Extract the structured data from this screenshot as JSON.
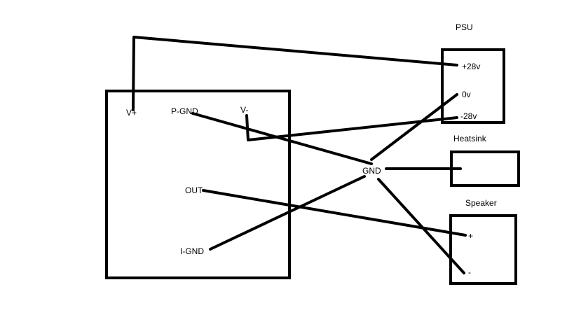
{
  "colors": {
    "ink": "#000000",
    "background": "#ffffff"
  },
  "amplifier": {
    "v_plus": "V+",
    "p_gnd": "P-GND",
    "v_minus": "V-",
    "out": "OUT",
    "i_gnd": "I-GND"
  },
  "psu": {
    "title": "PSU",
    "plus28": "+28v",
    "zero": "0v",
    "minus28": "-28v"
  },
  "ground": {
    "label": "GND"
  },
  "heatsink": {
    "title": "Heatsink"
  },
  "speaker": {
    "title": "Speaker",
    "plus": "+",
    "minus": "-"
  }
}
